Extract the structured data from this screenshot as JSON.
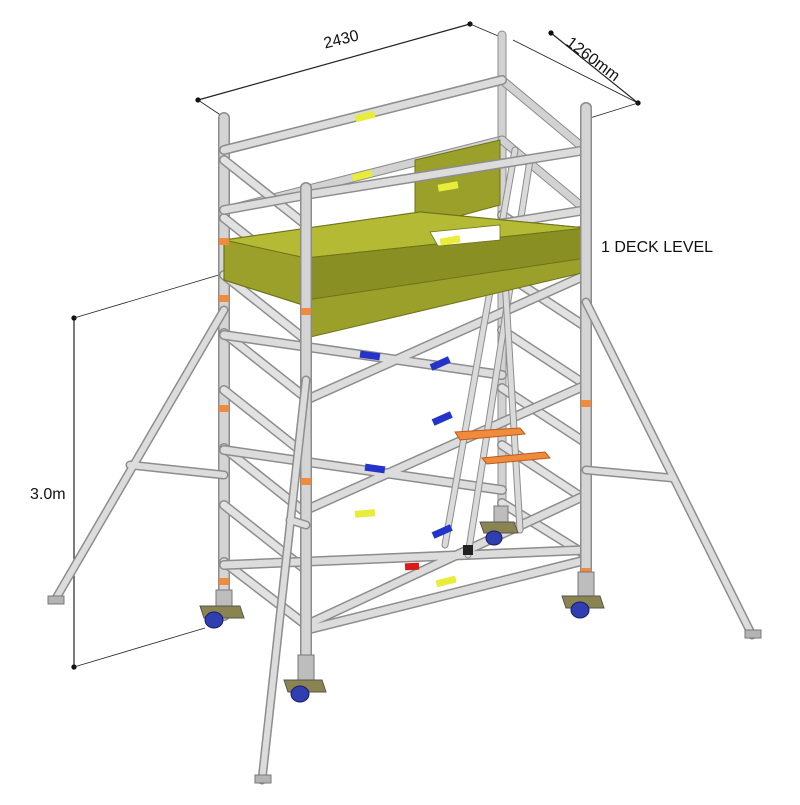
{
  "dimensions": {
    "width": "2430",
    "depth": "1260mm",
    "height": "3.0m"
  },
  "deck": {
    "label": "1 DECK LEVEL"
  },
  "colors": {
    "tube": "#d2d2d2",
    "tube_edge": "#8d8d8d",
    "deck": "#9aa02a",
    "deck_edge": "#6e7319",
    "clip_yellow": "#e8ec3a",
    "clip_blue": "#2434c8",
    "clip_orange": "#f08a3c",
    "clip_red": "#d81c1c",
    "castor_base": "#8a8450",
    "castor_wheel": "#2f3fb0"
  },
  "icons": [
    "castor-wheel-icon"
  ]
}
